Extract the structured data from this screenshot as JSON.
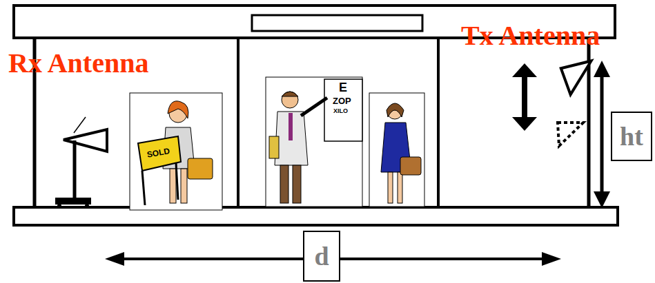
{
  "diagram": {
    "nodes": [
      {
        "text": [
          "ht"
        ]
      },
      {
        "text": [
          "d"
        ]
      }
    ],
    "labels": [
      "Rx Antenna",
      "Tx Antenna",
      "SOLD",
      "E",
      "ZOP",
      "XILO"
    ]
  }
}
